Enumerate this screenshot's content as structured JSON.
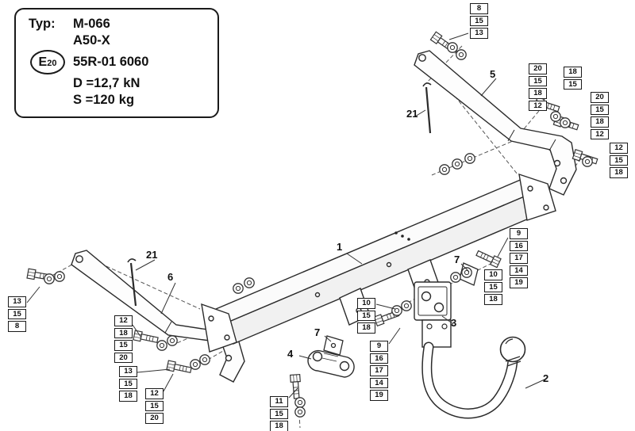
{
  "title_block": {
    "typ_label": "Typ:",
    "typ_value": "M-066",
    "variant": "A50-X",
    "e_mark_letter": "E",
    "e_mark_number": "20",
    "approval": "55R-01 6060",
    "d_label": "D =",
    "d_value": "12,7",
    "d_unit": "kN",
    "s_label": "S =",
    "s_value": "120",
    "s_unit": "kg"
  },
  "part_labels": {
    "p1": "1",
    "p2": "2",
    "p3": "3",
    "p4": "4",
    "p5": "5",
    "p6": "6",
    "p7a": "7",
    "p7b": "7",
    "p21_top": "21",
    "p21_left": "21"
  },
  "callout_stacks": {
    "top_right": [
      "8",
      "15",
      "13"
    ],
    "right_a": [
      "20",
      "15",
      "18",
      "12"
    ],
    "right_b": [
      "18",
      "15"
    ],
    "right_c": [
      "20",
      "15",
      "18",
      "12"
    ],
    "right_d": [
      "12",
      "15",
      "18"
    ],
    "mid_right_a": [
      "9",
      "16",
      "17",
      "14",
      "19"
    ],
    "mid_right_b": [
      "10",
      "15",
      "18"
    ],
    "center_a": [
      "10",
      "15",
      "18"
    ],
    "center_b": [
      "9",
      "16",
      "17",
      "14",
      "19"
    ],
    "bottom_center": [
      "11",
      "15",
      "18"
    ],
    "left_a": [
      "13",
      "15",
      "8"
    ],
    "left_b": [
      "12",
      "18",
      "15",
      "20"
    ],
    "left_c": [
      "13",
      "15",
      "18"
    ],
    "left_d": [
      "12",
      "15",
      "20"
    ]
  }
}
